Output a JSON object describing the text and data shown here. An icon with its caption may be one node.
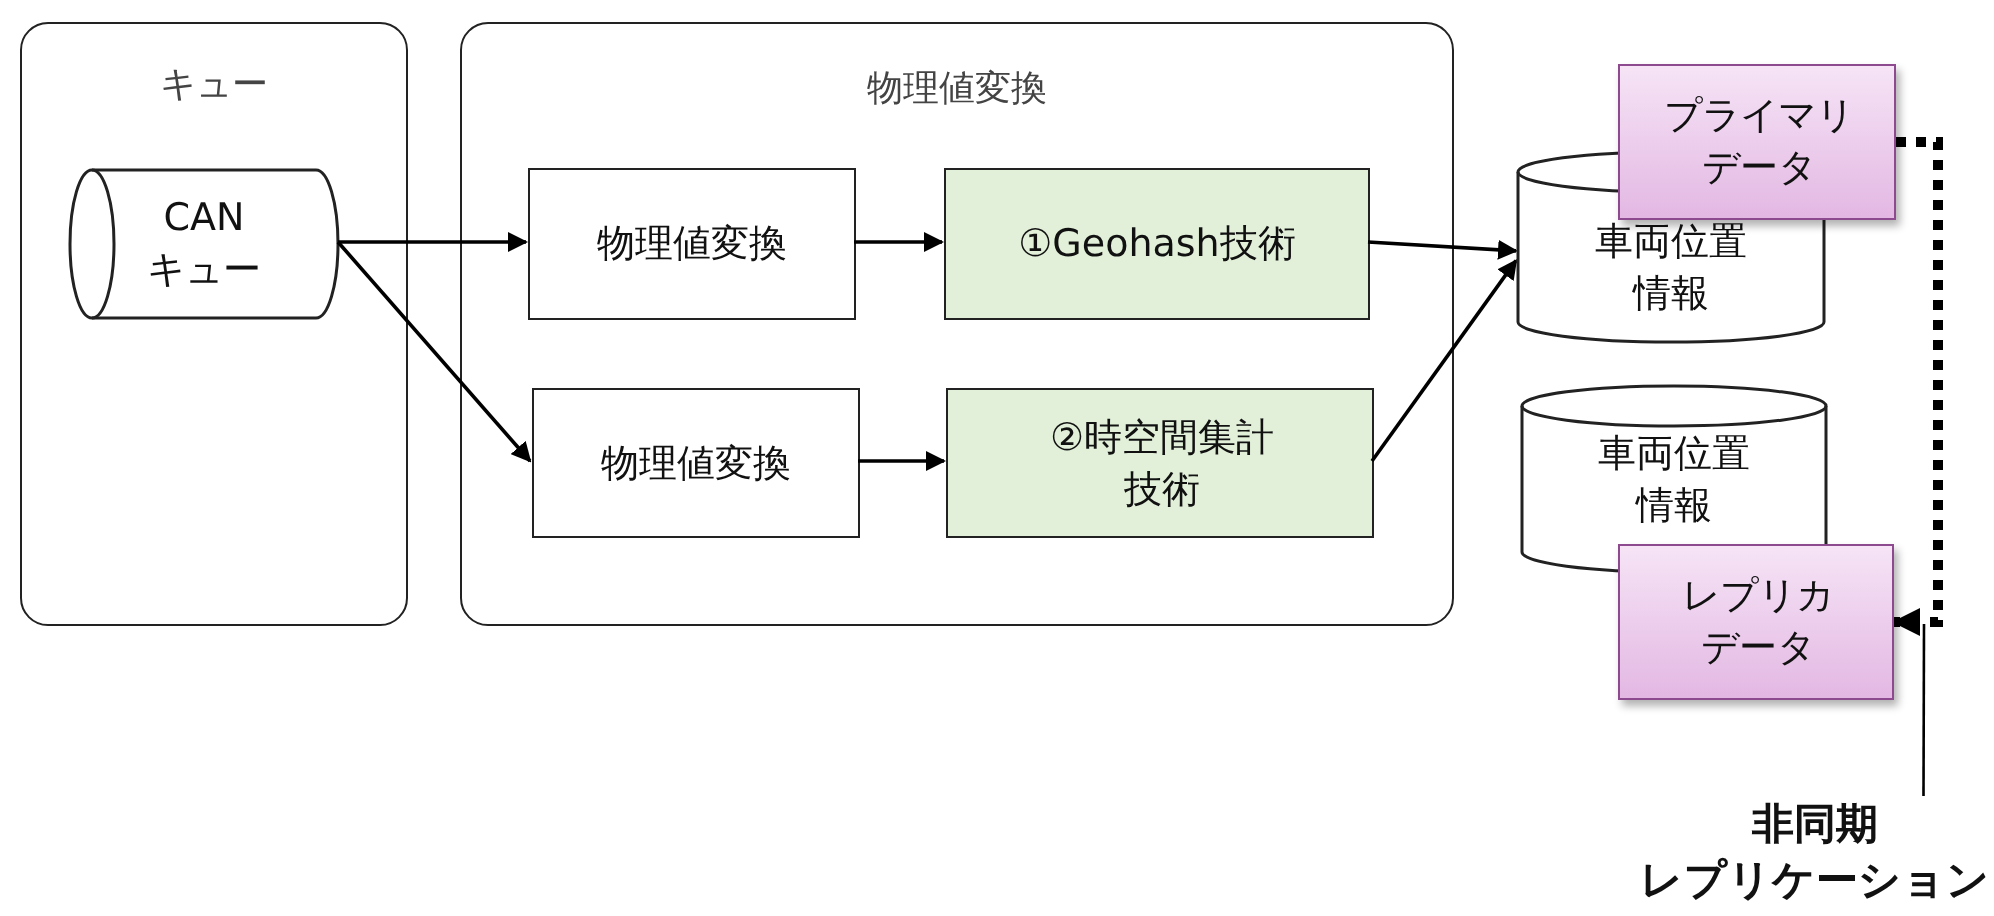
{
  "diagram": {
    "nodes": [
      {
        "text": [
          "キュー"
        ]
      },
      {
        "text": [
          "CANキュー"
        ],
        "in": 0
      },
      {
        "text": [
          "物理値変換"
        ]
      },
      {
        "text": [
          "物理値変換"
        ],
        "in": 2
      },
      {
        "text": [
          "①Geohash技術"
        ],
        "in": 2
      },
      {
        "text": [
          "物理値変換"
        ],
        "in": 2
      },
      {
        "text": [
          "②時空間集計技術"
        ],
        "in": 2
      },
      {
        "text": [
          "車両位置情報"
        ]
      },
      {
        "text": [
          "プライマリデータ"
        ]
      },
      {
        "text": [
          "車両位置情報"
        ]
      },
      {
        "text": [
          "レプリカデータ"
        ]
      },
      {
        "text": [
          "非同期レプリケーション"
        ]
      }
    ],
    "edges": [
      {
        "from": 1,
        "to": 3,
        "arrow": "to"
      },
      {
        "from": 1,
        "to": 5,
        "arrow": "to"
      },
      {
        "from": 3,
        "to": 4,
        "arrow": "to"
      },
      {
        "from": 5,
        "to": 6,
        "arrow": "to"
      },
      {
        "from": 4,
        "to": 7,
        "arrow": "to"
      },
      {
        "from": 6,
        "to": 7,
        "arrow": "to"
      },
      {
        "from": 8,
        "to": 10,
        "arrow": "to",
        "style": "dashed"
      },
      {
        "from": 11,
        "to": null,
        "arrow": "none"
      }
    ]
  }
}
